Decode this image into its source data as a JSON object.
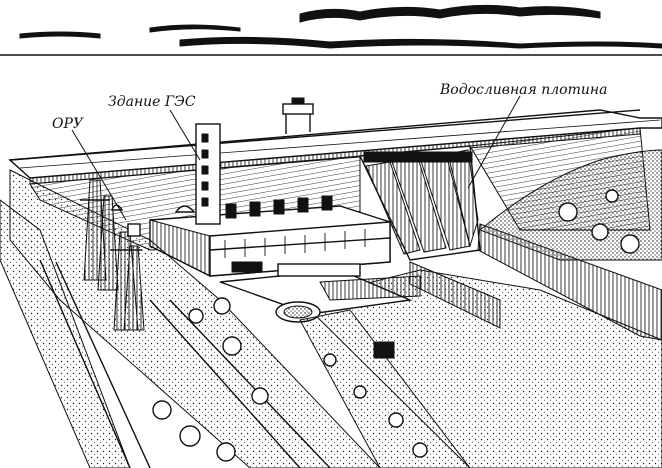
{
  "labels": {
    "switchyard": "ОРУ",
    "powerhouse": "Здание ГЭС",
    "spillway_dam": "Водосливная плотина"
  }
}
